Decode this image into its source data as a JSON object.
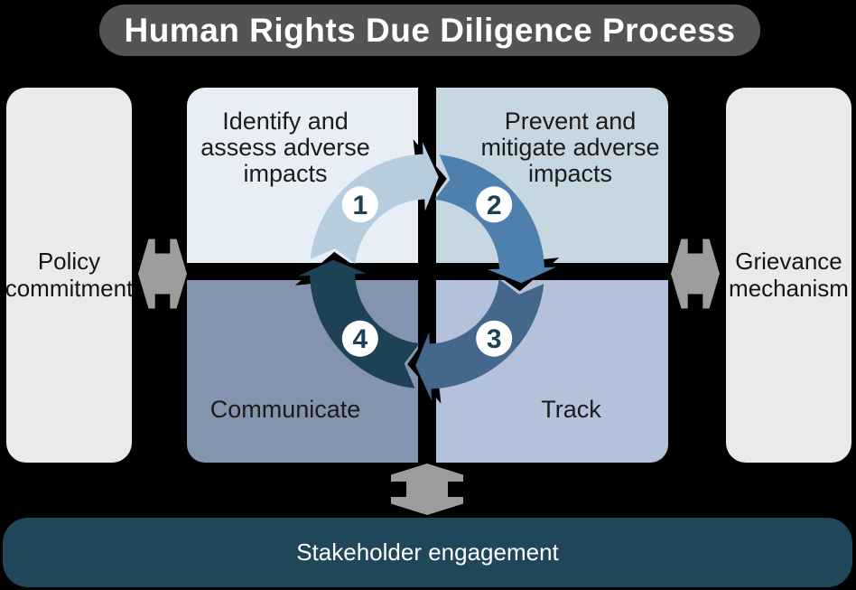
{
  "title": {
    "text": "Human Rights Due Diligence Process",
    "bg": "#565452"
  },
  "side_boxes": {
    "left": {
      "label": "Policy commitment",
      "bg": "#e9ebe9"
    },
    "right": {
      "label": "Grievance mechanism",
      "bg": "#e9ebe9"
    }
  },
  "quadrants": {
    "top_left": {
      "label": "Identify and assess adverse impacts",
      "bg": "#e8eef5"
    },
    "top_right": {
      "label": "Prevent and mitigate adverse impacts",
      "bg": "#c7d7e2"
    },
    "bottom_left": {
      "label": "Communicate",
      "bg": "#8494ae"
    },
    "bottom_right": {
      "label": "Track",
      "bg": "#b3c2da"
    }
  },
  "cycle": {
    "segments": [
      {
        "number": "1",
        "color": "#b7cdde"
      },
      {
        "number": "2",
        "color": "#4e7fad"
      },
      {
        "number": "3",
        "color": "#44678b"
      },
      {
        "number": "4",
        "color": "#1d4256"
      }
    ],
    "badge_bg": "#ffffff",
    "number_color": "#1c4055"
  },
  "bottom_bar": {
    "label": "Stakeholder engagement",
    "bg": "#20465a"
  },
  "connectors": {
    "color": "#9d9d9d"
  }
}
